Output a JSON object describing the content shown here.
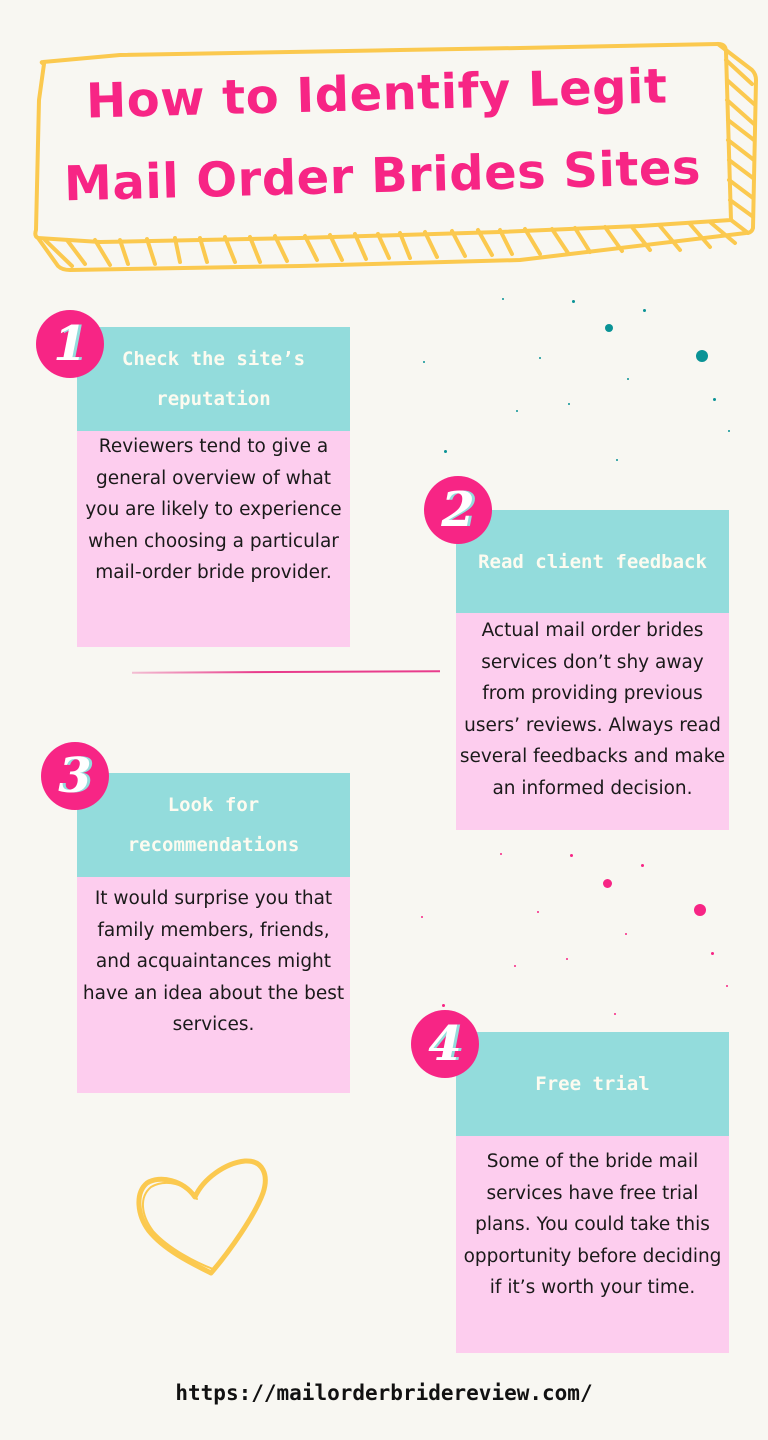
{
  "title": {
    "line1": "How to Identify Legit",
    "line2": "Mail Order Brides Sites"
  },
  "colors": {
    "background": "#f8f7f2",
    "title_pink": "#f72585",
    "banner_yellow": "#fbc94f",
    "card_head_teal": "#93dcdc",
    "card_body_pink": "#fdcdee",
    "badge_pink": "#f72585",
    "dot_teal": "#0a9396"
  },
  "steps": [
    {
      "number": "1",
      "heading": "Check the site’s reputation",
      "body": "Reviewers tend to give a general overview of what you are likely to experience when choosing a particular mail-order bride provider."
    },
    {
      "number": "2",
      "heading": "Read client feedback",
      "body": "Actual mail order brides services don’t shy away from providing previous users’ reviews. Always read several feedbacks and make an informed decision."
    },
    {
      "number": "3",
      "heading": "Look for recommendations",
      "body": "It would surprise you that family members, friends, and acquaintances might have an idea about the best services."
    },
    {
      "number": "4",
      "heading": "Free trial",
      "body": "Some of the bride mail services have free trial plans. You could take this opportunity before deciding if it’s worth your time."
    }
  ],
  "decorations": {
    "heart_icon": "heart-outline",
    "dots": "confetti-dots"
  },
  "footer": {
    "url": "https://mailorderbridereview.com/"
  }
}
